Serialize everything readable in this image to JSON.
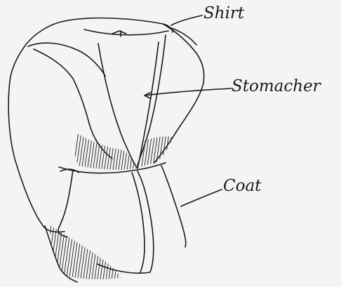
{
  "labels": {
    "shirt": "Shirt",
    "stomacher": "Stomacher",
    "coat": "Coat"
  },
  "colors": {
    "ink": "#1a1a1a",
    "paper": "#f4f4f2"
  }
}
